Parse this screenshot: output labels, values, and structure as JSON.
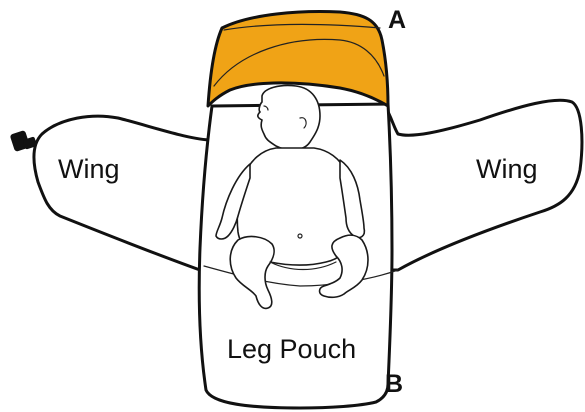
{
  "diagram": {
    "labels": {
      "left_wing": "Wing",
      "right_wing": "Wing",
      "leg_pouch": "Leg Pouch"
    },
    "markers": {
      "a": "A",
      "b": "B"
    },
    "colors": {
      "hood": "#F0A316",
      "outline": "#111111",
      "background": "#FFFFFF"
    },
    "icons": {
      "left_wing_tip": "zipper-pull-icon"
    }
  }
}
